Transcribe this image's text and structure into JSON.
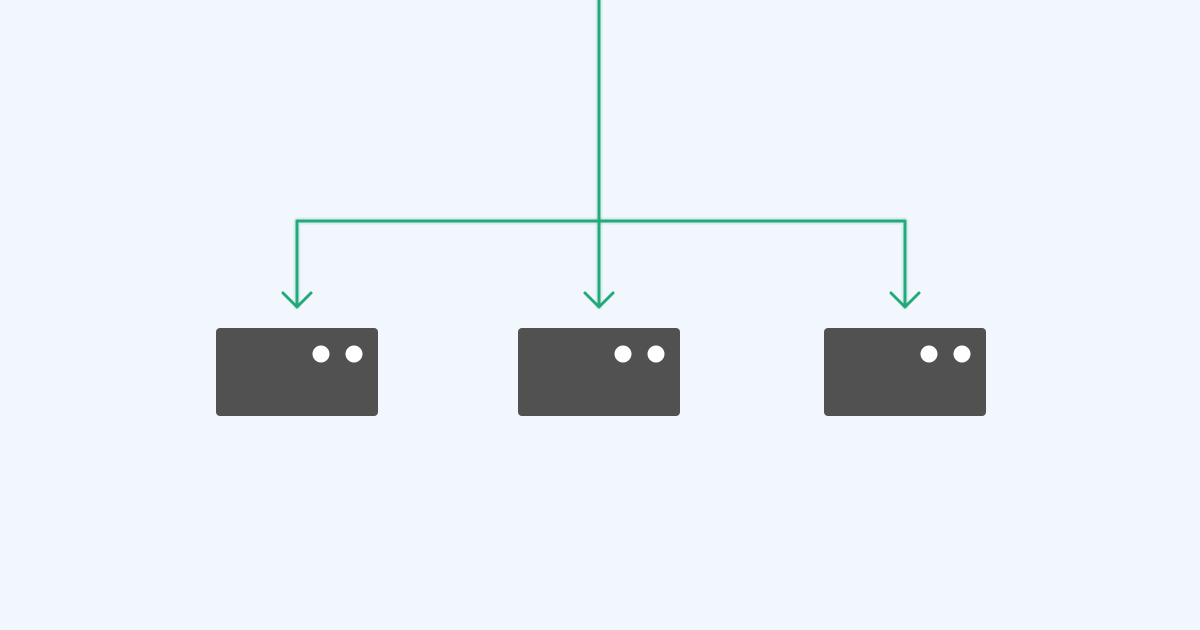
{
  "colors": {
    "background": "#f2f6fd",
    "connector": "#24a97a",
    "server_body": "#515151",
    "server_led": "#ffffff"
  },
  "diagram": {
    "type": "load-distribution",
    "source_icon": "incoming-connection-line",
    "target_icon": "server-icon",
    "targets": [
      {
        "id": "server-left",
        "icon": "server-icon",
        "indicator_lights": 2
      },
      {
        "id": "server-center",
        "icon": "server-icon",
        "indicator_lights": 2
      },
      {
        "id": "server-right",
        "icon": "server-icon",
        "indicator_lights": 2
      }
    ]
  }
}
